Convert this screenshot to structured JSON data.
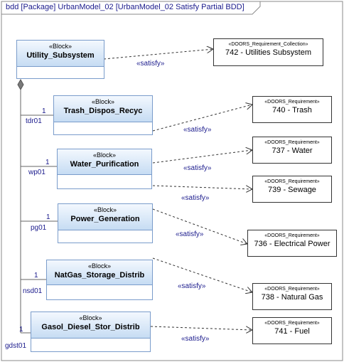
{
  "frame": {
    "label": "bdd [Package] UrbanModel_02 [UrbanModel_02 Satisfy Partial BDD]"
  },
  "block_stereotype": "«Block»",
  "blocks": {
    "utility": {
      "name": "Utility_Subsystem"
    },
    "trash": {
      "name": "Trash_Dispos_Recyc",
      "role": "tdr01",
      "multiplicity": "1"
    },
    "water": {
      "name": "Water_Purification",
      "role": "wp01",
      "multiplicity": "1"
    },
    "power": {
      "name": "Power_Generation",
      "role": "pg01",
      "multiplicity": "1"
    },
    "natgas": {
      "name": "NatGas_Storage_Distrib",
      "role": "nsd01",
      "multiplicity": "1"
    },
    "gasol": {
      "name": "Gasol_Diesel_Stor_Distrib",
      "role": "gdst01",
      "multiplicity": "1"
    }
  },
  "requirements": {
    "utilities": {
      "stereotype": "«DOORS_Requirement_Collection»",
      "name": "742 - Utilities Subsystem"
    },
    "trash": {
      "stereotype": "«DOORS_Requirement»",
      "name": "740 - Trash"
    },
    "water": {
      "stereotype": "«DOORS_Requirement»",
      "name": "737 - Water"
    },
    "sewage": {
      "stereotype": "«DOORS_Requirement»",
      "name": "739 - Sewage"
    },
    "power": {
      "stereotype": "«DOORS_Requirement»",
      "name": "736 - Electrical Power"
    },
    "natgas": {
      "stereotype": "«DOORS_Requirement»",
      "name": "738 - Natural Gas"
    },
    "fuel": {
      "stereotype": "«DOORS_Requirement»",
      "name": "741 - Fuel"
    }
  },
  "relation_label": "«satisfy»",
  "colors": {
    "block_border": "#7a9ccb",
    "block_header_top": "#f3f8fe",
    "block_header_bottom": "#c6dcf3",
    "label_text": "#1a1a8c"
  }
}
